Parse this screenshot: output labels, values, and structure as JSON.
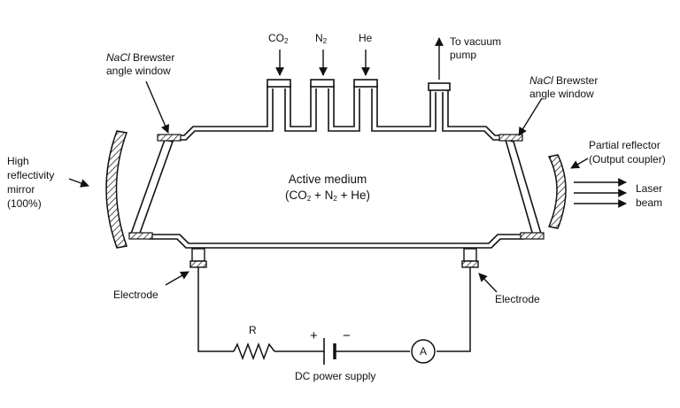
{
  "gases": {
    "co2": {
      "base": "CO",
      "sub": "2"
    },
    "n2": {
      "base": "N",
      "sub": "2"
    },
    "he": "He"
  },
  "vacuum": {
    "line1": "To vacuum",
    "line2": "pump"
  },
  "window_left": {
    "line1_italic": "NaCl",
    "line1_rest": " Brewster",
    "line2": "angle window"
  },
  "window_right": {
    "line1_italic": "NaCl",
    "line1_rest": " Brewster",
    "line2": "angle window"
  },
  "mirror": {
    "line1": "High",
    "line2": "reflectivity",
    "line3": "mirror",
    "line4": "(100%)"
  },
  "coupler": {
    "line1": "Partial reflector",
    "line2": "(Output coupler)"
  },
  "medium": {
    "title": "Active medium",
    "formula": {
      "open": "(CO",
      "s1": "2",
      "mid1": " + N",
      "s2": "2",
      "mid2": " + He)"
    }
  },
  "laser": {
    "line1": "Laser",
    "line2": "beam"
  },
  "electrode_left": "Electrode",
  "electrode_right": "Electrode",
  "circuit": {
    "resistor": "R",
    "plus": "+",
    "minus": "−",
    "ammeter": "A",
    "supply": "DC power supply"
  }
}
